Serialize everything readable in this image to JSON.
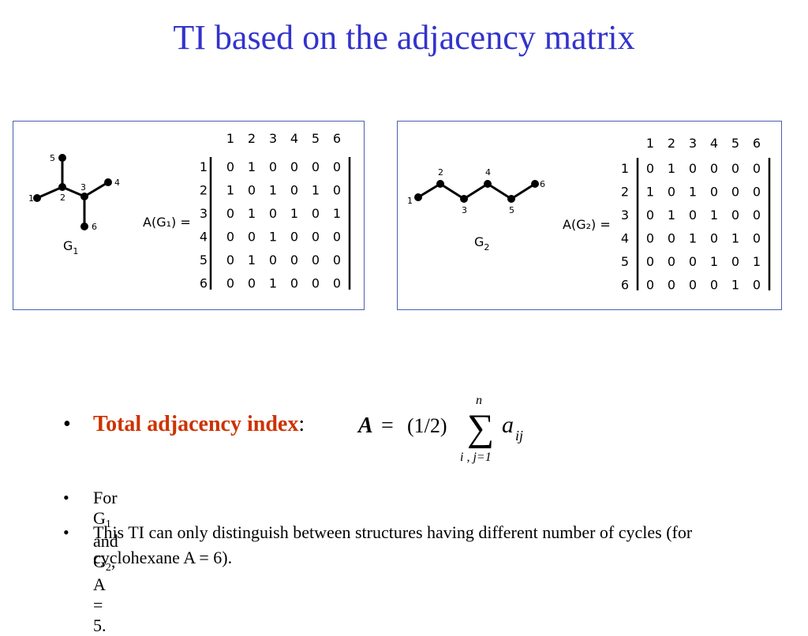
{
  "title": "TI based on the adjacency matrix",
  "graph1": {
    "name": "G",
    "name_sub": "1",
    "matrix_label": "A(G₁) =",
    "col_headers": [
      "1",
      "2",
      "3",
      "4",
      "5",
      "6"
    ],
    "row_headers": [
      "1",
      "2",
      "3",
      "4",
      "5",
      "6"
    ],
    "rows": [
      [
        "0",
        "1",
        "0",
        "0",
        "0",
        "0"
      ],
      [
        "1",
        "0",
        "1",
        "0",
        "1",
        "0"
      ],
      [
        "0",
        "1",
        "0",
        "1",
        "0",
        "1"
      ],
      [
        "0",
        "0",
        "1",
        "0",
        "0",
        "0"
      ],
      [
        "0",
        "1",
        "0",
        "0",
        "0",
        "0"
      ],
      [
        "0",
        "0",
        "1",
        "0",
        "0",
        "0"
      ]
    ],
    "vertex_labels": [
      "1",
      "2",
      "3",
      "4",
      "5",
      "6"
    ]
  },
  "graph2": {
    "name": "G",
    "name_sub": "2",
    "matrix_label": "A(G₂) =",
    "col_headers": [
      "1",
      "2",
      "3",
      "4",
      "5",
      "6"
    ],
    "row_headers": [
      "1",
      "2",
      "3",
      "4",
      "5",
      "6"
    ],
    "rows": [
      [
        "0",
        "1",
        "0",
        "0",
        "0",
        "0"
      ],
      [
        "1",
        "0",
        "1",
        "0",
        "0",
        "0"
      ],
      [
        "0",
        "1",
        "0",
        "1",
        "0",
        "0"
      ],
      [
        "0",
        "0",
        "1",
        "0",
        "1",
        "0"
      ],
      [
        "0",
        "0",
        "0",
        "1",
        "0",
        "1"
      ],
      [
        "0",
        "0",
        "0",
        "0",
        "1",
        "0"
      ]
    ],
    "vertex_labels": [
      "1",
      "2",
      "3",
      "4",
      "5",
      "6"
    ]
  },
  "bullets": {
    "symbol": "•",
    "term": "Total adjacency index",
    "colon": ":",
    "formula": {
      "lhs": "A",
      "equals": "=",
      "coef": "(1/2)",
      "sum": "∑",
      "upper": "n",
      "lower": "i , j=1",
      "term": "a",
      "term_sub": "ij"
    },
    "b2": {
      "pre": "For G",
      "s1": "1",
      "mid": " and G",
      "s2": "2",
      "post": ", A = 5."
    },
    "b3": "This TI can only distinguish between structures having different number of cycles (for cyclohexane A = 6)."
  }
}
